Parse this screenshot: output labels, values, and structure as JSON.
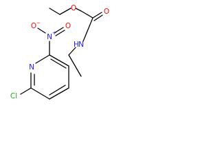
{
  "colors": {
    "bond": "#000000",
    "carbon": "#000000",
    "nitrogen": "#1a1aff",
    "oxygen": "#ff0d0d",
    "chlorine": "#1fad1f"
  },
  "atoms": {
    "carbamate_oxygen_ether": "O",
    "carbamate_oxygen_carbonyl": "O",
    "carbamate_nitrogen_h": "N",
    "carbamate_nitrogen_hydrogen": "H",
    "nitro_oxygen_minus": "O",
    "nitro_oxygen_minus_charge": "−",
    "nitro_nitrogen": "N",
    "nitro_nitrogen_charge": "+",
    "nitro_oxygen_double": "O",
    "pyridine_nitrogen": "N",
    "chlorine": "Cl"
  }
}
